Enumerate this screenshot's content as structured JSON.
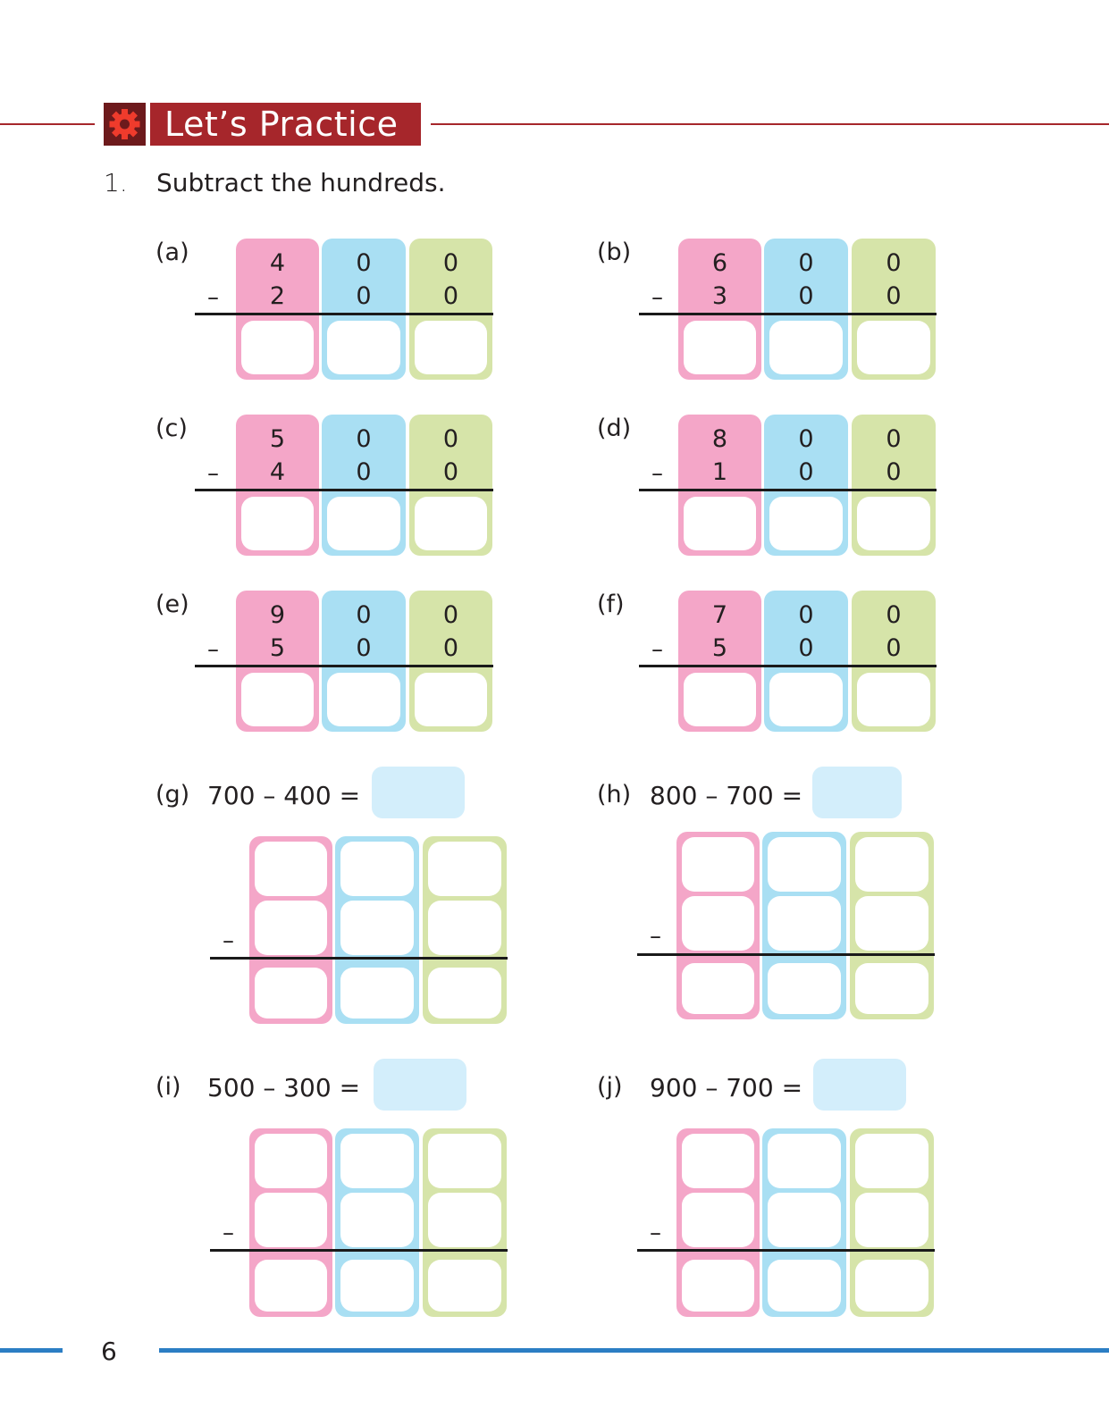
{
  "header": {
    "title": "Let’s Practice",
    "icon": "gear-icon",
    "accent_color": "#a6262b",
    "icon_bg_color": "#6d1a1c",
    "icon_color": "#ef3b2c"
  },
  "question": {
    "number": "1.",
    "instruction": "Subtract the hundreds."
  },
  "column_colors": {
    "hundreds": "#f4a6c8",
    "tens": "#a9dff3",
    "ones": "#d6e4a9"
  },
  "vertical_problems": [
    {
      "label": "(a)",
      "top": [
        "4",
        "0",
        "0"
      ],
      "bottom": [
        "2",
        "0",
        "0"
      ],
      "operator": "–"
    },
    {
      "label": "(b)",
      "top": [
        "6",
        "0",
        "0"
      ],
      "bottom": [
        "3",
        "0",
        "0"
      ],
      "operator": "–"
    },
    {
      "label": "(c)",
      "top": [
        "5",
        "0",
        "0"
      ],
      "bottom": [
        "4",
        "0",
        "0"
      ],
      "operator": "–"
    },
    {
      "label": "(d)",
      "top": [
        "8",
        "0",
        "0"
      ],
      "bottom": [
        "1",
        "0",
        "0"
      ],
      "operator": "–"
    },
    {
      "label": "(e)",
      "top": [
        "9",
        "0",
        "0"
      ],
      "bottom": [
        "5",
        "0",
        "0"
      ],
      "operator": "–"
    },
    {
      "label": "(f)",
      "top": [
        "7",
        "0",
        "0"
      ],
      "bottom": [
        "5",
        "0",
        "0"
      ],
      "operator": "–"
    }
  ],
  "equation_problems": [
    {
      "label": "(g)",
      "expression": "700 – 400 =",
      "operator": "–"
    },
    {
      "label": "(h)",
      "expression": "800 – 700 =",
      "operator": "–"
    },
    {
      "label": "(i)",
      "expression": "500 – 300 =",
      "operator": "–"
    },
    {
      "label": "(j)",
      "expression": "900 – 700 =",
      "operator": "–"
    }
  ],
  "footer": {
    "page_number": "6",
    "line_color": "#2c7ec4"
  }
}
